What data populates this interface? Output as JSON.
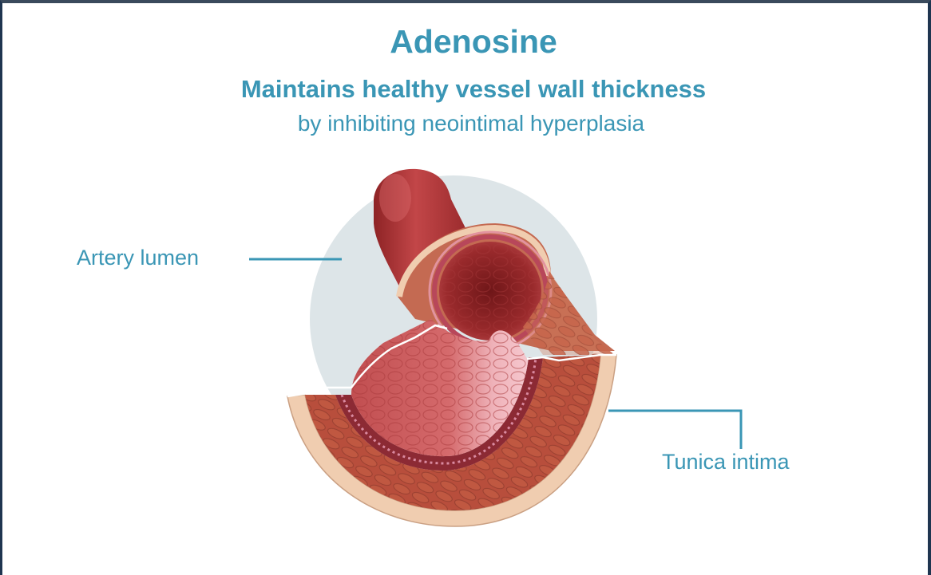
{
  "title": "Adenosine",
  "subtitle": "Maintains healthy vessel wall thickness",
  "subline": "by inhibiting neointimal hyperplasia",
  "labels": {
    "artery_lumen": "Artery lumen",
    "tunica_intima": "Tunica intima"
  },
  "colors": {
    "accent": "#3a96b5",
    "frame": "#1f3550",
    "backdrop_circle": "#dde5e8",
    "vessel_red": "#b8393c",
    "vessel_dark": "#7e1e20",
    "outer_wall": "#f0cdb0",
    "endothelium_pink": "#f3b5c0"
  }
}
